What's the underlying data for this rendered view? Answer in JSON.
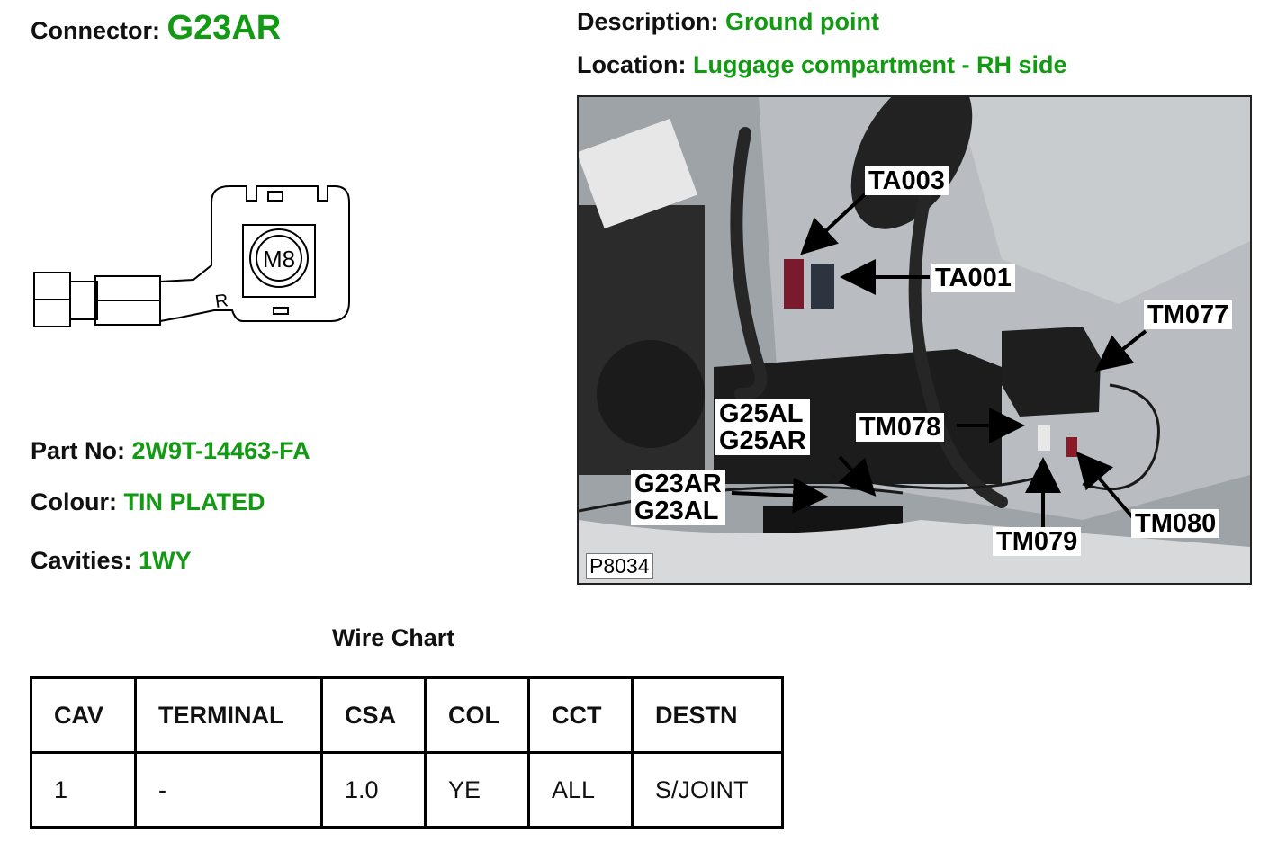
{
  "connector": {
    "label": "Connector:",
    "value": "G23AR"
  },
  "description": {
    "label": "Description:",
    "value": "Ground point"
  },
  "location": {
    "label": "Location:",
    "value": "Luggage compartment - RH side"
  },
  "connector_drawing": {
    "stud_text": "M8",
    "mark": "R"
  },
  "part_no": {
    "label": "Part No:",
    "value": "2W9T-14463-FA"
  },
  "colour": {
    "label": "Colour:",
    "value": "TIN PLATED"
  },
  "cavities": {
    "label": "Cavities:",
    "value": "1WY"
  },
  "photo": {
    "figure_id": "P8034",
    "callouts": {
      "ta003": "TA003",
      "ta001": "TA001",
      "tm077": "TM077",
      "tm078": "TM078",
      "g25al": "G25AL",
      "g25ar": "G25AR",
      "g23ar": "G23AR",
      "g23al": "G23AL",
      "tm079": "TM079",
      "tm080": "TM080"
    }
  },
  "wire_chart": {
    "title": "Wire Chart",
    "headers": [
      "CAV",
      "TERMINAL",
      "CSA",
      "COL",
      "CCT",
      "DESTN"
    ],
    "rows": [
      [
        "1",
        "-",
        "1.0",
        "YE",
        "ALL",
        "S/JOINT"
      ]
    ]
  }
}
